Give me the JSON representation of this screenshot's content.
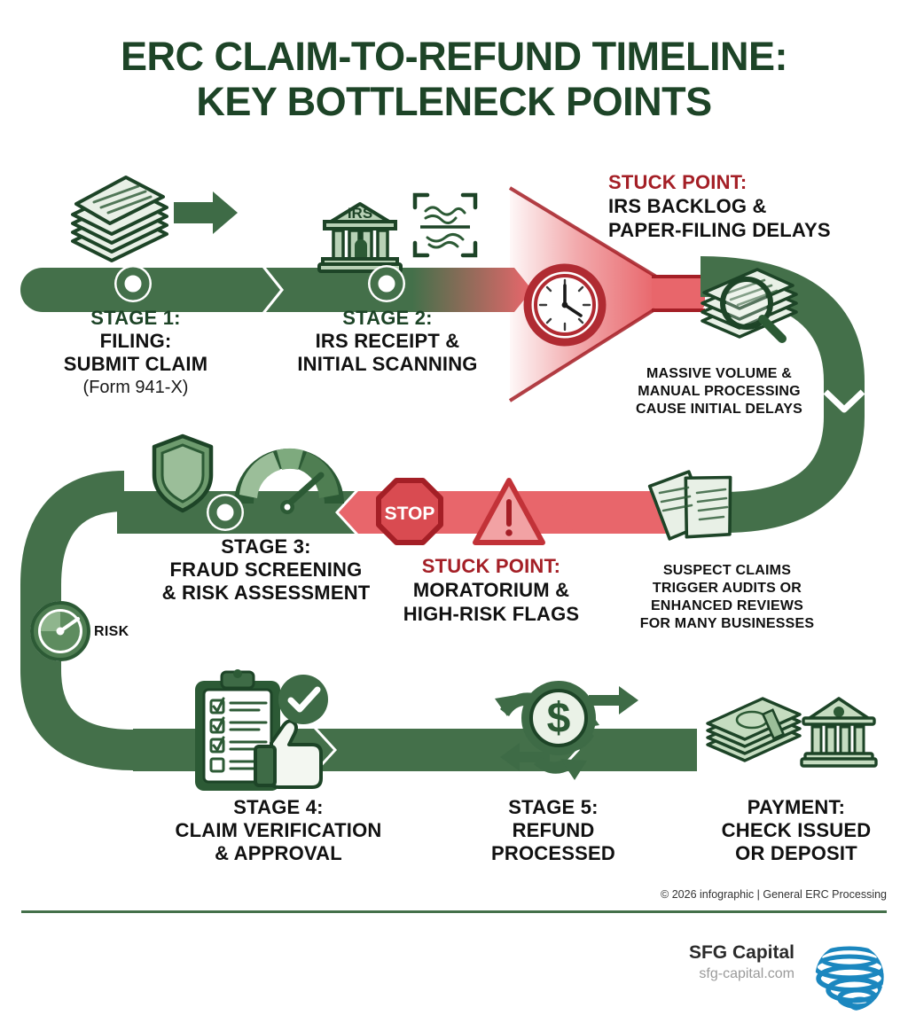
{
  "title": {
    "line1": "ERC CLAIM-TO-REFUND TIMELINE:",
    "line2": "KEY BOTTLENECK POINTS"
  },
  "colors": {
    "title_green": "#1D4427",
    "band_green": "#44704A",
    "dark_green": "#1D4427",
    "light_green": "#B8D1B6",
    "stuck_red": "#A41F26",
    "band_red": "#E8666B",
    "brand_blue": "#1B87BF"
  },
  "stages": [
    {
      "id": "stage-1",
      "number": "STAGE 1:",
      "desc_line1": "FILING:",
      "desc_line2": "SUBMIT CLAIM",
      "sub": "(Form 941-X)",
      "number_color": "green",
      "icons": [
        "documents-stack-icon",
        "arrow-right-icon"
      ]
    },
    {
      "id": "stage-2",
      "number": "STAGE 2:",
      "desc_line1": "IRS RECEIPT &",
      "desc_line2": "INITIAL SCANNING",
      "sub": "",
      "number_color": "green",
      "icons": [
        "irs-building-icon",
        "scan-document-icon"
      ]
    },
    {
      "id": "stage-3",
      "number": "STAGE 3:",
      "desc_line1": "FRAUD SCREENING",
      "desc_line2": "& RISK ASSESSMENT",
      "sub": "",
      "number_color": "black",
      "icons": [
        "shield-icon",
        "risk-gauge-icon"
      ]
    },
    {
      "id": "stage-4",
      "number": "STAGE 4:",
      "desc_line1": "CLAIM VERIFICATION",
      "desc_line2": "& APPROVAL",
      "sub": "",
      "number_color": "black",
      "icons": [
        "clipboard-checklist-icon",
        "check-circle-icon",
        "thumbs-up-icon"
      ]
    },
    {
      "id": "stage-5",
      "number": "STAGE 5:",
      "desc_line1": "REFUND",
      "desc_line2": "PROCESSED",
      "sub": "",
      "number_color": "black",
      "icons": [
        "dollar-coin-refresh-icon"
      ]
    },
    {
      "id": "payment",
      "number": "PAYMENT:",
      "desc_line1": "CHECK ISSUED",
      "desc_line2": "OR DEPOSIT",
      "sub": "",
      "number_color": "black",
      "icons": [
        "cash-stack-icon",
        "bank-icon"
      ]
    }
  ],
  "stuck_points": [
    {
      "id": "stuck-point-1",
      "head": "STUCK POINT:",
      "body_line1": "IRS BACKLOG &",
      "body_line2": "PAPER-FILING DELAYS",
      "icons": [
        "clock-icon",
        "funnel-icon",
        "magnifier-papers-icon"
      ]
    },
    {
      "id": "stuck-point-2",
      "head": "STUCK POINT:",
      "body_line1": "MORATORIUM &",
      "body_line2": "HIGH-RISK FLAGS",
      "icons": [
        "stop-sign-icon",
        "warning-triangle-icon"
      ]
    }
  ],
  "notes": [
    {
      "id": "note-initial-delays",
      "lines": [
        "MASSIVE VOLUME &",
        "MANUAL PROCESSING",
        "CAUSE INITIAL DELAYS"
      ]
    },
    {
      "id": "note-suspect-claims",
      "lines": [
        "SUSPECT CLAIMS",
        "TRIGGER AUDITS OR",
        "ENHANCED REVIEWS",
        "FOR MANY BUSINESSES"
      ]
    }
  ],
  "risk_gauge_label": "RISK",
  "irs_building_label": "IRS",
  "stop_sign_label": "STOP",
  "footer": {
    "copyright": "© 2026 infographic | General ERC Processing",
    "brand_name": "SFG Capital",
    "brand_url": "sfg-capital.com"
  }
}
